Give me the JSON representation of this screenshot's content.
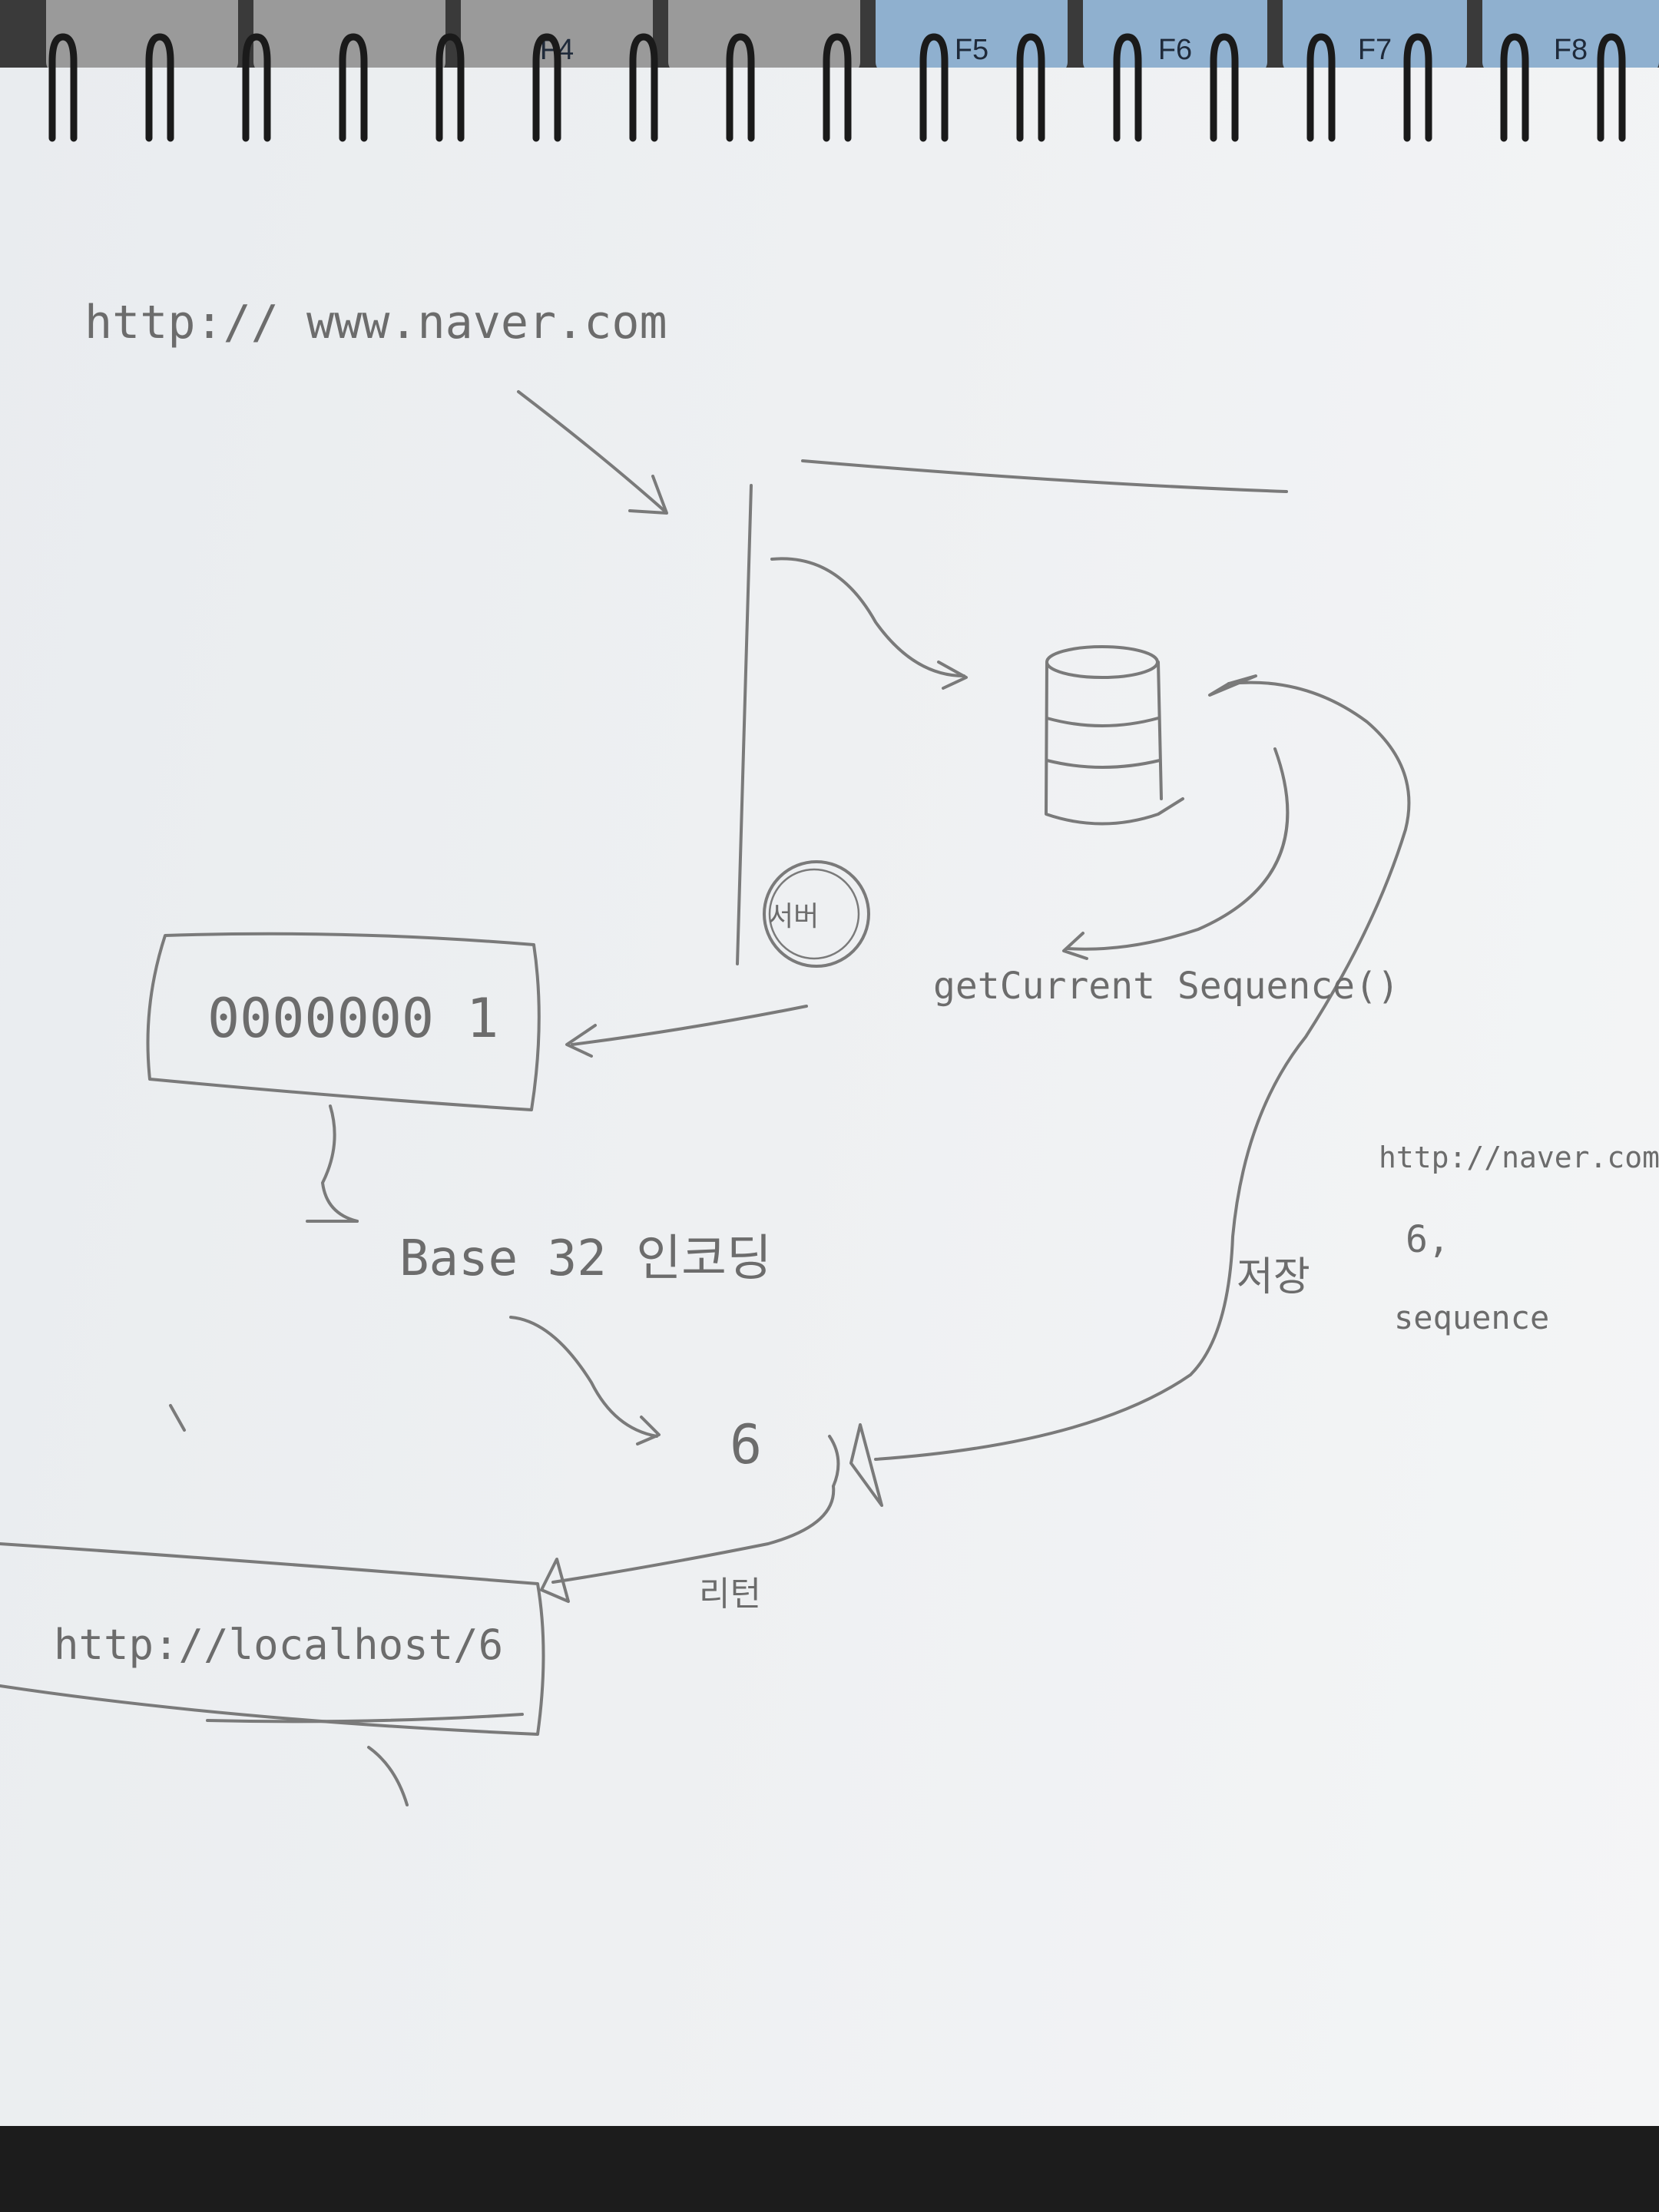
{
  "keyboard": {
    "keys": [
      {
        "label": "F4"
      },
      {
        "label": "F5"
      },
      {
        "label": "F6"
      },
      {
        "label": "F7"
      },
      {
        "label": "F8"
      }
    ]
  },
  "diagram": {
    "input_url": "http:// www.naver.com",
    "store_label": "서버",
    "sequence_value": "0000000 1",
    "method_call": "getCurrent Sequence()",
    "encode_label": "Base 32 인코딩",
    "encoded_result": "6",
    "save_label": "저장",
    "return_label": "리턴",
    "output_url": "http://localhost/6",
    "saved_record": {
      "url": "http://naver.com",
      "code": "6,",
      "sequence": "sequence"
    }
  }
}
